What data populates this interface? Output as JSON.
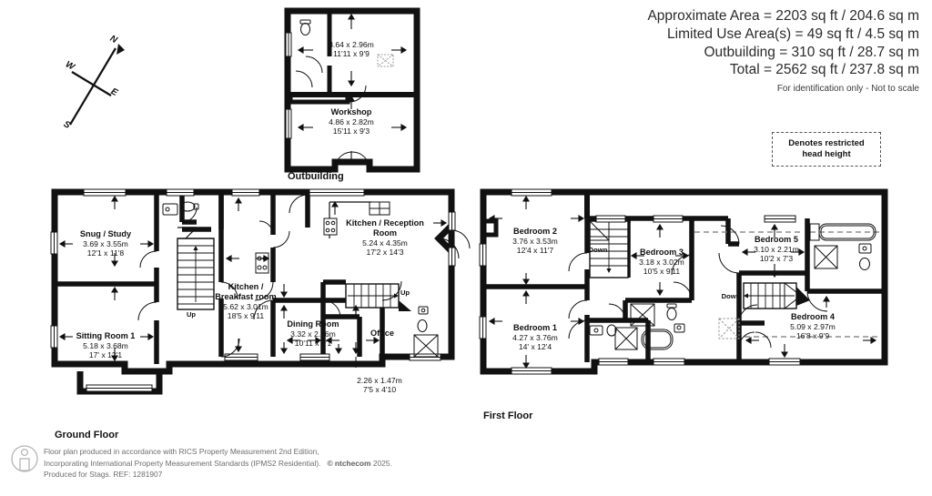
{
  "header": {
    "lines": [
      "Approximate Area = 2203 sq ft / 204.6 sq m",
      "Limited Use Area(s) = 49 sq ft / 4.5 sq m",
      "Outbuilding = 310 sq ft / 28.7 sq m",
      "Total = 2562 sq ft / 237.8 sq m"
    ],
    "note": "For identification only - Not to scale"
  },
  "legend": {
    "line1": "Denotes restricted",
    "line2": "head height"
  },
  "compass": {
    "n": "N",
    "e": "E",
    "s": "S",
    "w": "W"
  },
  "floors": {
    "outbuilding_label": "Outbuilding",
    "ground_label": "Ground Floor",
    "first_label": "First Floor"
  },
  "outbuilding": {
    "rooms": [
      {
        "name": "",
        "metric": "3.64 x 2.96m",
        "imperial": "11'11 x 9'9"
      },
      {
        "name": "Workshop",
        "metric": "4.86 x 2.82m",
        "imperial": "15'11 x 9'3"
      }
    ]
  },
  "ground_floor": {
    "rooms": [
      {
        "name": "Snug / Study",
        "metric": "3.69 x 3.55m",
        "imperial": "12'1 x 11'8"
      },
      {
        "name": "Sitting Room 1",
        "metric": "5.18 x 3.68m",
        "imperial": "17' x 12'1"
      },
      {
        "name": "Kitchen /",
        "name2": "Breakfast room",
        "metric": "5.62 x 3.01m",
        "imperial": "18'5 x 9'11"
      },
      {
        "name": "Kitchen / Reception",
        "name2": "Room",
        "metric": "5.24 x 4.35m",
        "imperial": "17'2 x 14'3"
      },
      {
        "name": "Dining Room",
        "metric": "3.32 x 2.16m",
        "imperial": "10'11 x 7'1"
      },
      {
        "name": "Office",
        "metric": "2.26 x 1.47m",
        "imperial": "7'5 x 4'10"
      }
    ],
    "stair_label": "Up",
    "stair_label_2": "Up"
  },
  "first_floor": {
    "rooms": [
      {
        "name": "Bedroom 2",
        "metric": "3.76 x 3.53m",
        "imperial": "12'4 x 11'7"
      },
      {
        "name": "Bedroom 1",
        "metric": "4.27 x 3.76m",
        "imperial": "14' x 12'4"
      },
      {
        "name": "Bedroom 3",
        "metric": "3.18 x 3.02m",
        "imperial": "10'5 x 9'11"
      },
      {
        "name": "Bedroom 5",
        "metric": "3.10 x 2.21m",
        "imperial": "10'2 x 7'3"
      },
      {
        "name": "Bedroom 4",
        "metric": "5.09 x 2.97m",
        "imperial": "16'8 x 9'9"
      }
    ],
    "stair_label": "Down",
    "stair_label_2": "Down"
  },
  "footer": {
    "line1": "Floor plan produced in accordance with RICS Property Measurement 2nd Edition,",
    "line2a": "Incorporating International Property Measurement Standards (IPMS2 Residential).",
    "line2b": "© ntchecom",
    "line2c": "2025.",
    "line3": "Produced for Stags.    REF: 1281907"
  },
  "colors": {
    "wall": "#111111",
    "text": "#111111",
    "footer": "#6d6d6d"
  }
}
